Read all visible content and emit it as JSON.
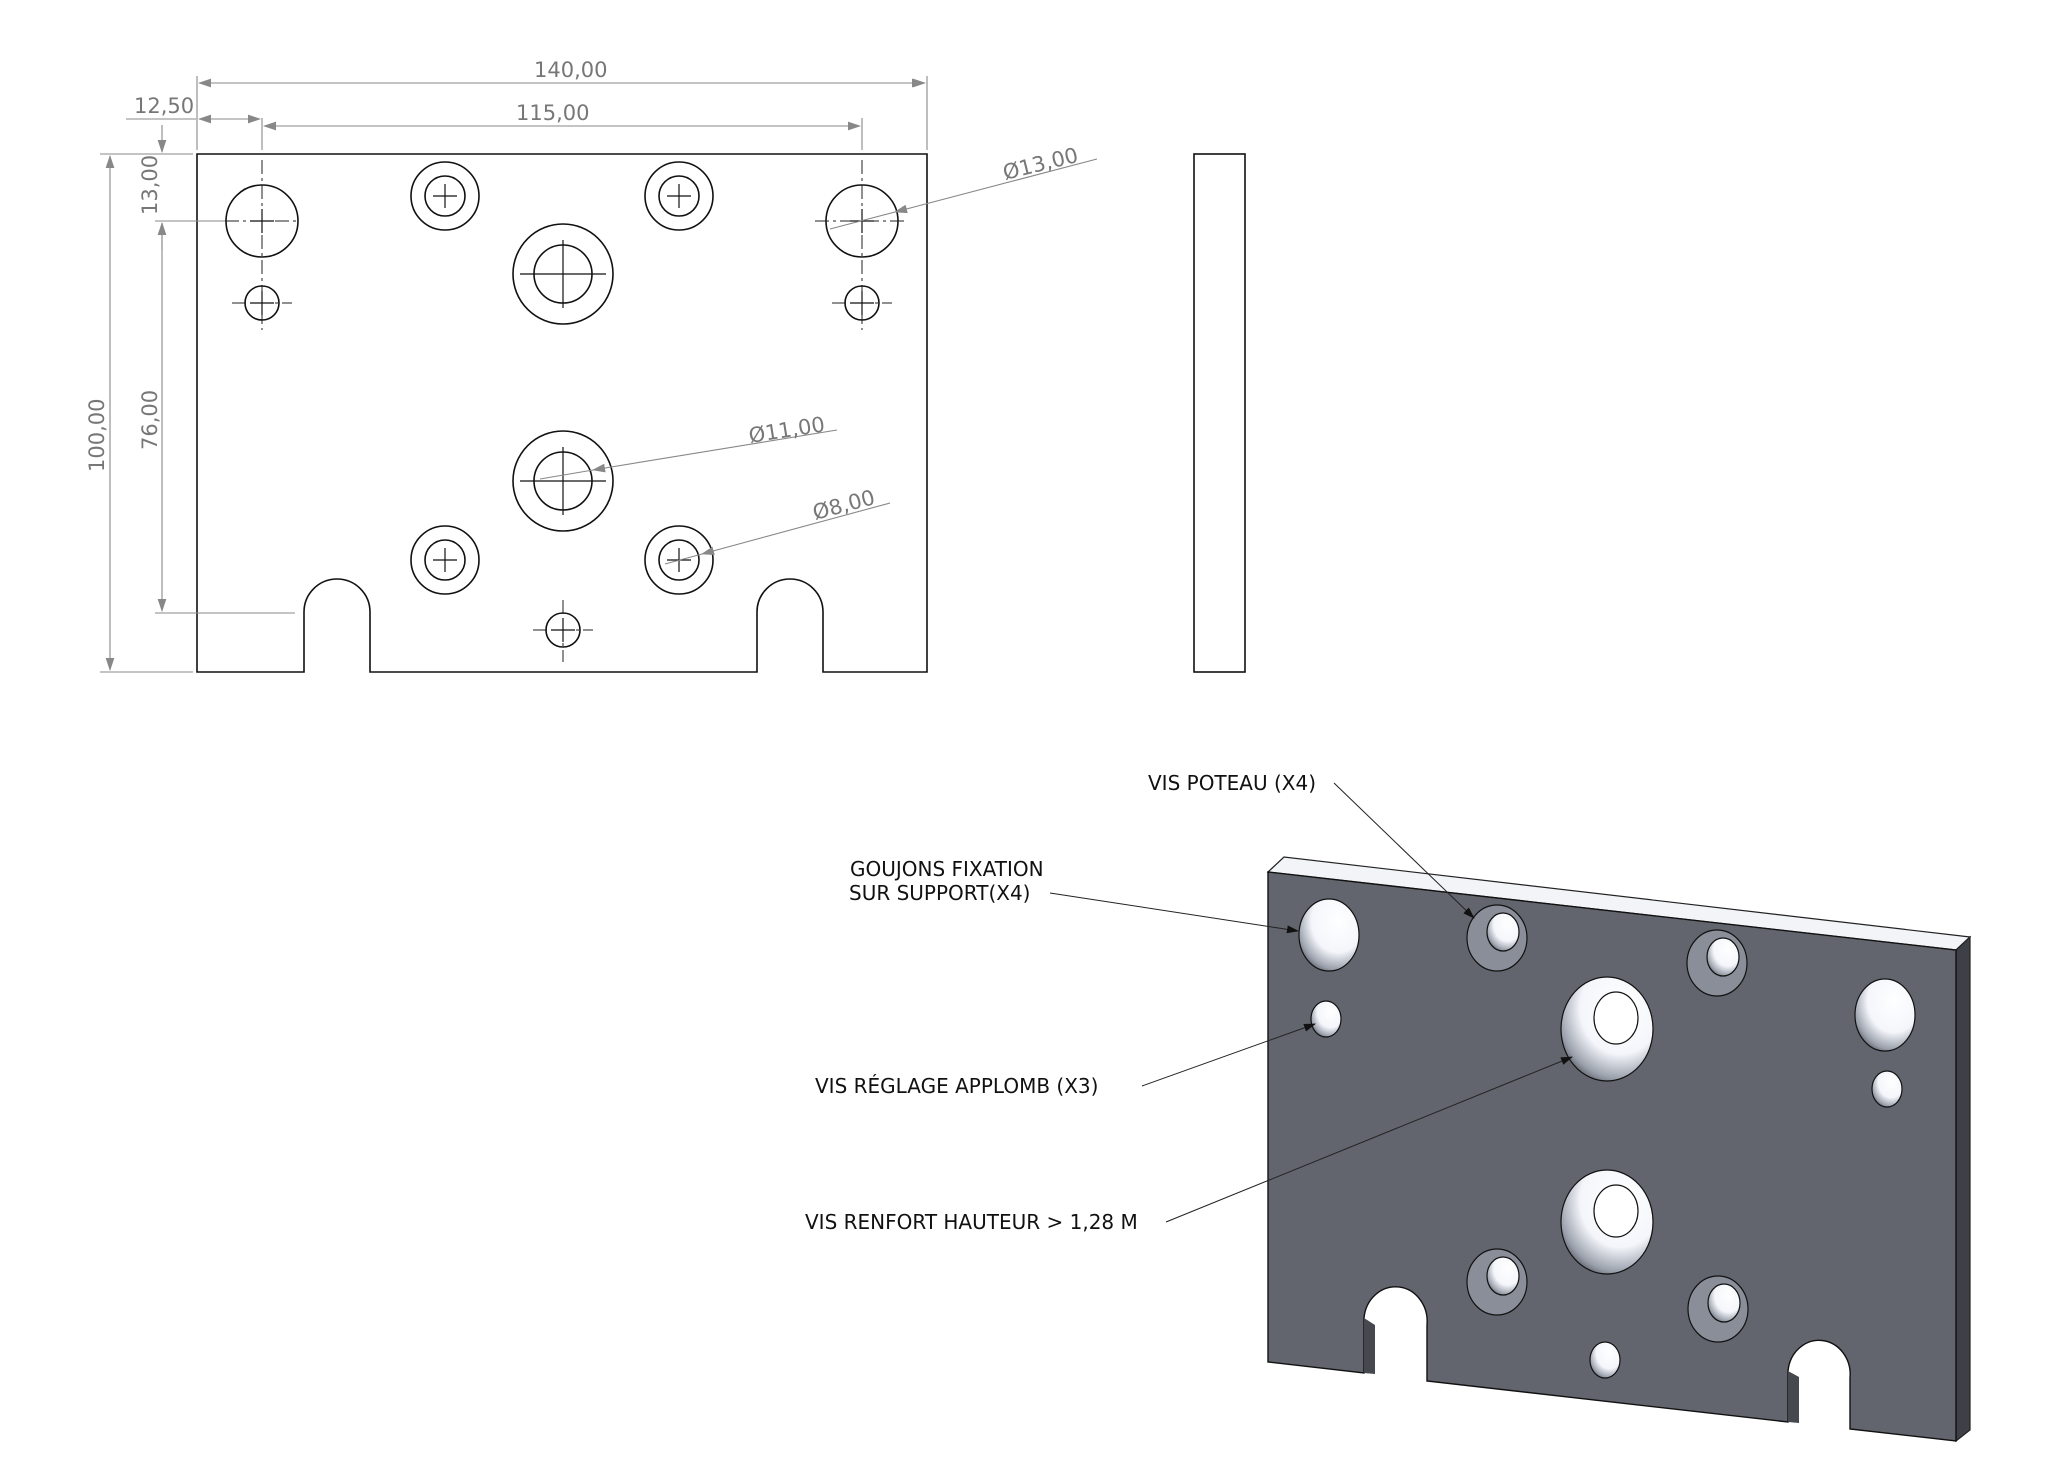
{
  "front_view": {
    "dimensions": {
      "overall_width": "140,00",
      "hole_spacing": "115,00",
      "edge_offset": "12,50",
      "overall_height": "100,00",
      "vertical_spacing": "76,00",
      "top_offset": "13,00",
      "dia_large": "Ø13,00",
      "dia_center": "Ø11,00",
      "dia_counterbore": "Ø8,00"
    }
  },
  "iso_view": {
    "callouts": {
      "vis_poteau": "VIS POTEAU (X4)",
      "goujons_line1": "GOUJONS FIXATION",
      "goujons_line2": "SUR SUPPORT(X4)",
      "vis_reglage": "VIS RÉGLAGE APPLOMB (X3)",
      "vis_renfort": "VIS RENFORT HAUTEUR > 1,28 M"
    },
    "colors": {
      "face": "#62656d",
      "top": "#f2f4f8",
      "side": "#3e4047"
    }
  }
}
